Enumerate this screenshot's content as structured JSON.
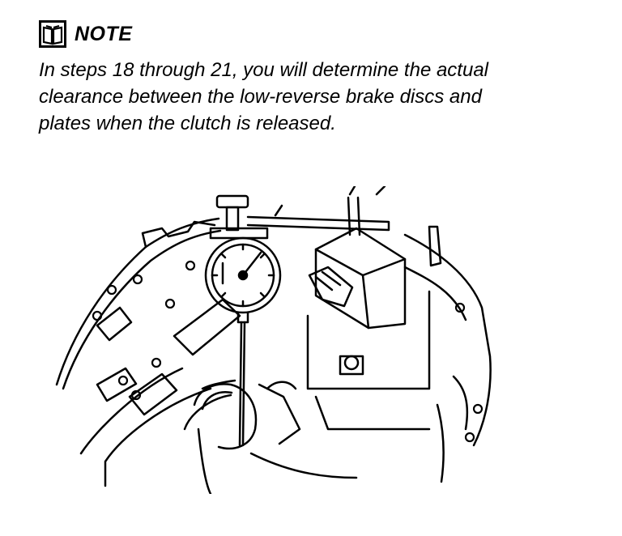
{
  "note": {
    "icon": "book-icon",
    "label": "NOTE",
    "lines": [
      "In steps 18 through 21, you will determine the actual",
      "clearance between the low-reverse brake discs and",
      "plates when the clutch is released."
    ]
  },
  "illustration": {
    "subject": "dial-indicator-on-transmission-case"
  }
}
